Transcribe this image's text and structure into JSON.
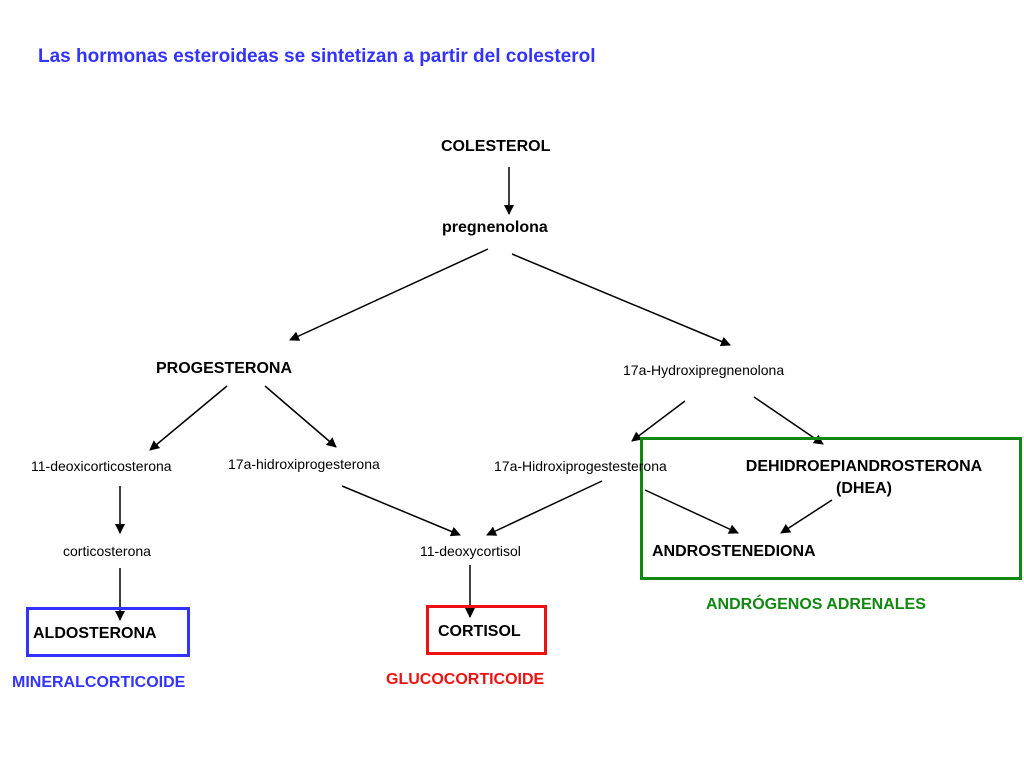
{
  "title": "Las hormonas esteroideas se sintetizan a partir del colesterol",
  "nodes": {
    "colesterol": "COLESTEROL",
    "pregnenolona": "pregnenolona",
    "progesterona": "PROGESTERONA",
    "hidroxipregnenolona": "17a-Hydroxipregnenolona",
    "deoxicorticosterona": "11-deoxicorticosterona",
    "hidroxiprogesterona_a": "17a-hidroxiprogesterona",
    "hidroxiprogesterona_b": "17a-Hidroxiprogestesterona",
    "dhea_line1": "DEHIDROEPIANDROSTERONA",
    "dhea_line2": "(DHEA)",
    "corticosterona": "corticosterona",
    "deoxycortisol": "11-deoxycortisol",
    "androstenediona": "ANDROSTENEDIONA",
    "aldosterona": "ALDOSTERONA",
    "cortisol": "CORTISOL"
  },
  "categories": {
    "mineral": "MINERALCORTICOIDE",
    "gluco": "GLUCOCORTICOIDE",
    "andro": "ANDRÓGENOS ADRENALES"
  },
  "colors": {
    "title": "#3333ff",
    "blue_box": "#3333ff",
    "red_box": "#ee1111",
    "green_box": "#118811"
  }
}
